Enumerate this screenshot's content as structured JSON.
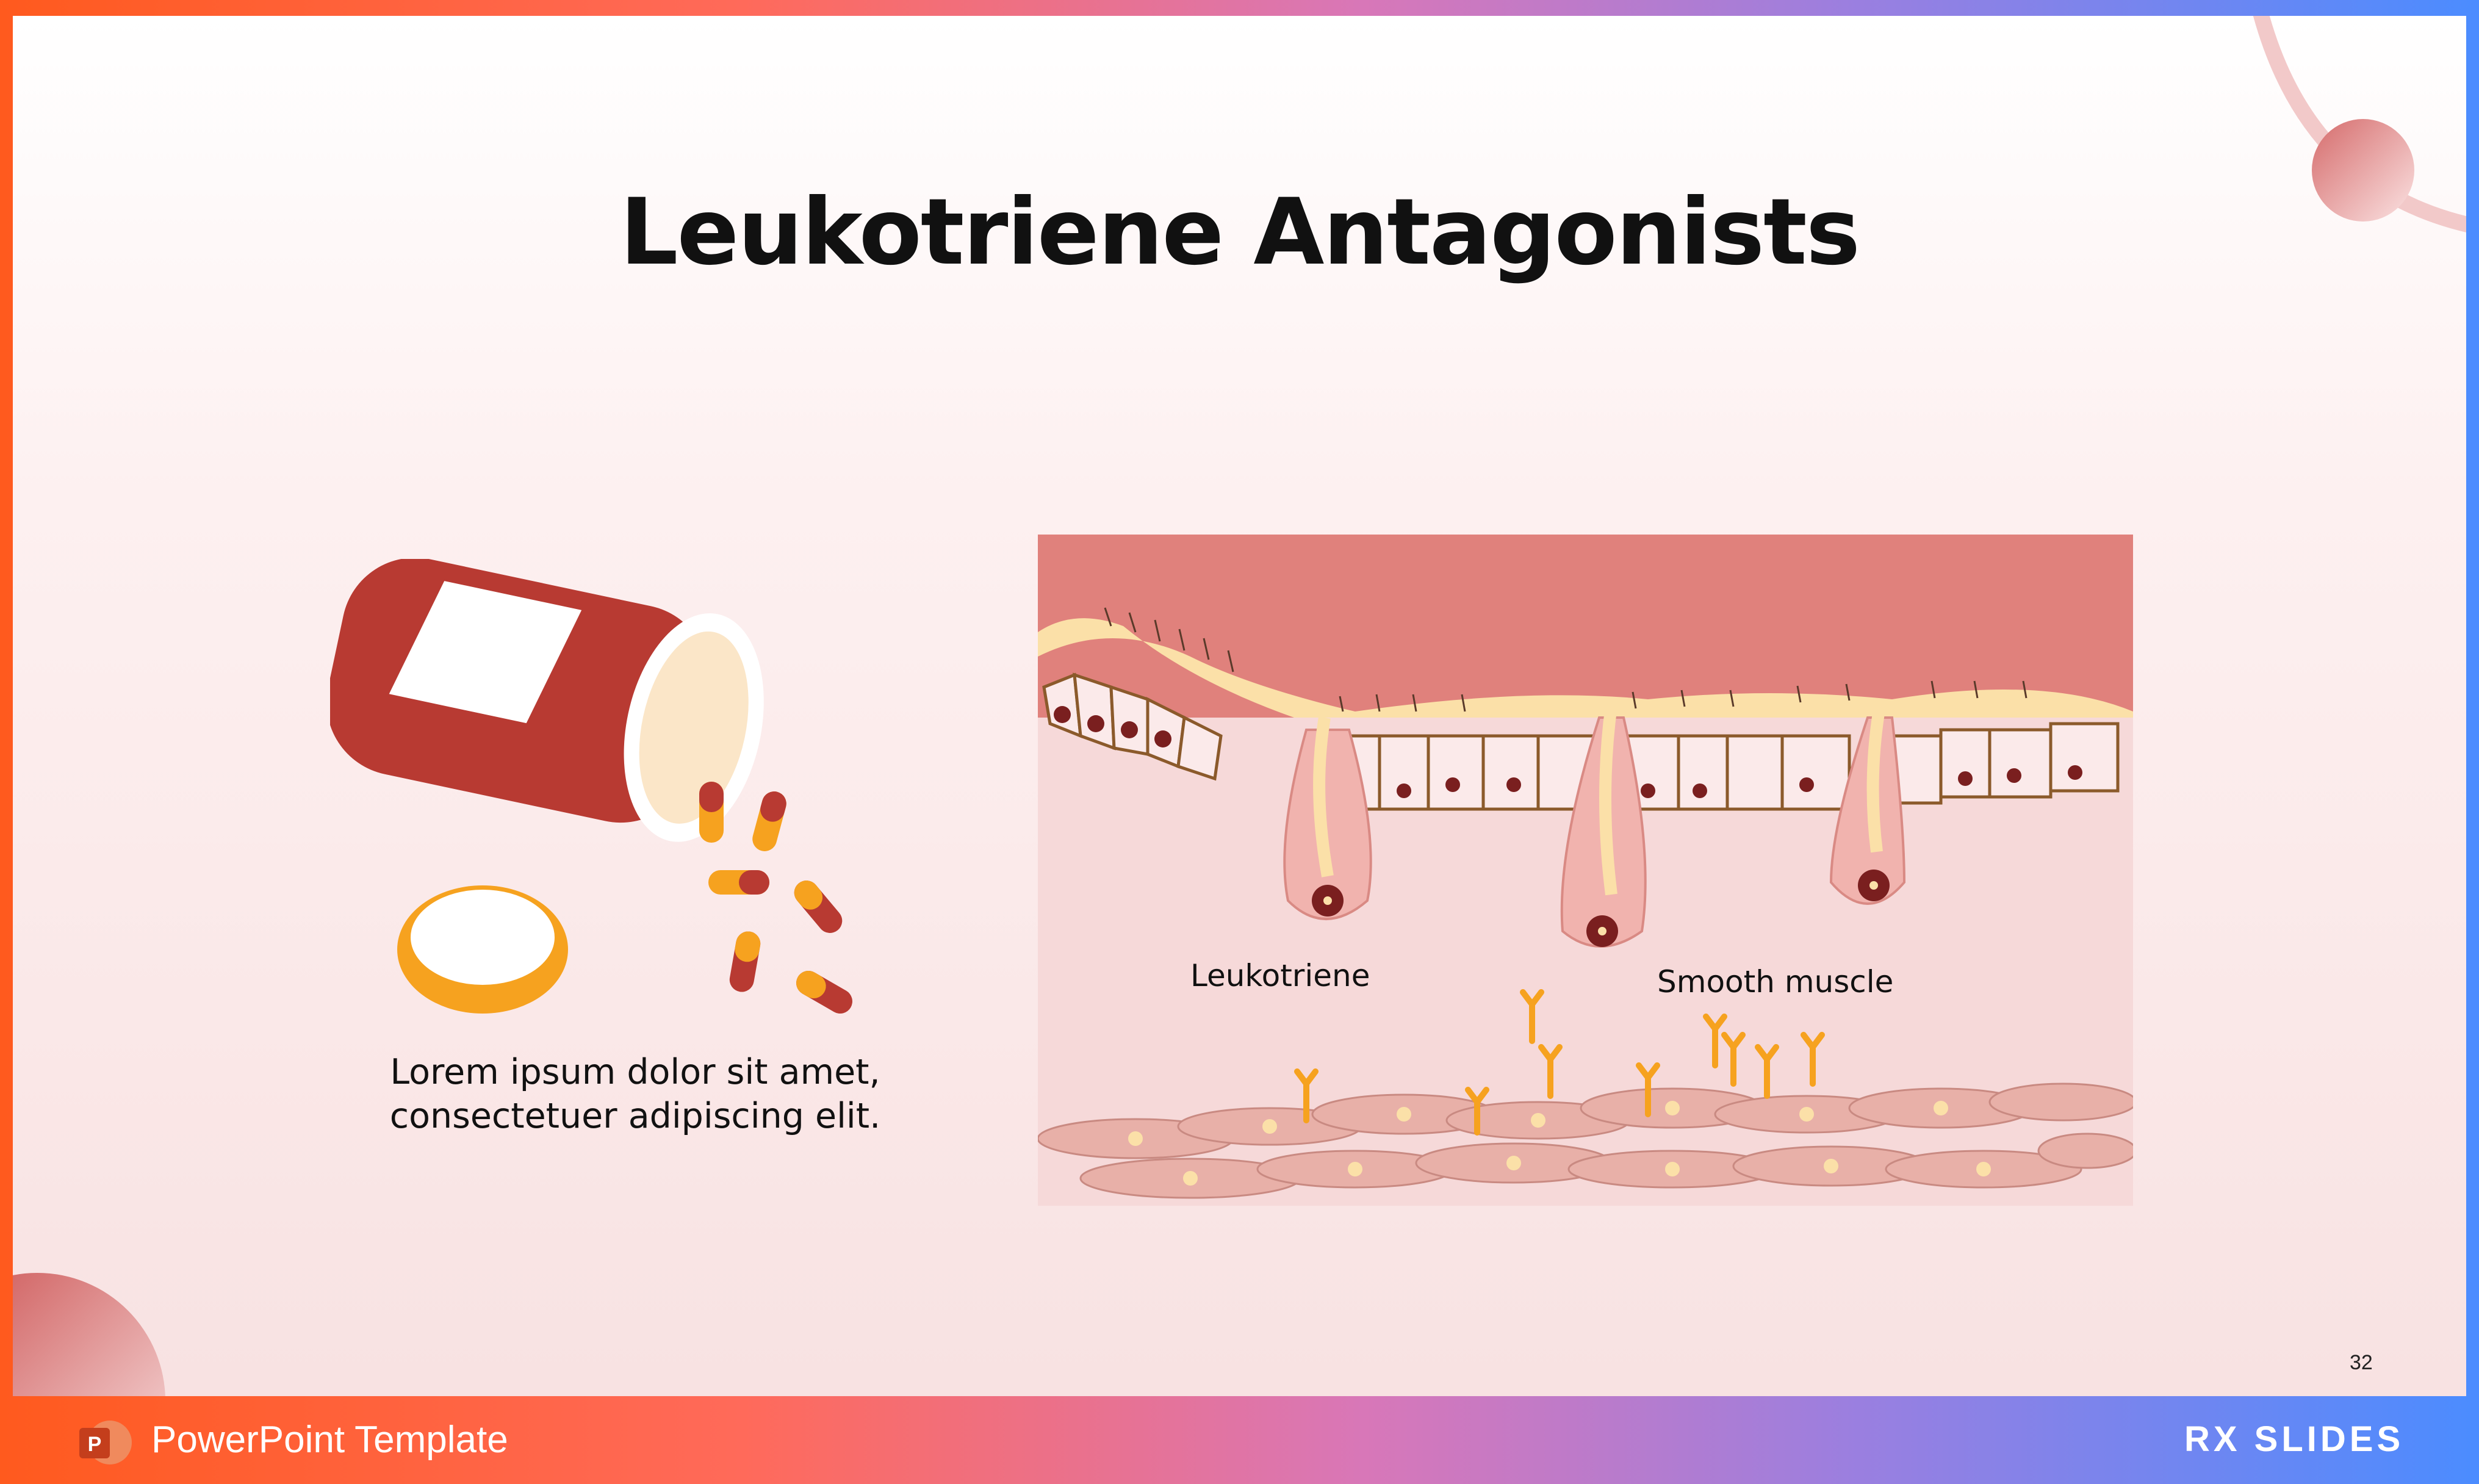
{
  "slide": {
    "title": "Leukotriene Antagonists",
    "caption_line1": "Lorem ipsum dolor sit amet,",
    "caption_line2": "consectetuer adipiscing elit.",
    "slide_number": "32"
  },
  "diagram": {
    "label_left": "Leukotriene",
    "label_right": "Smooth muscle"
  },
  "footer": {
    "app_label": "PowerPoint Template",
    "app_icon_letter": "P",
    "brand": "RX SLIDES"
  },
  "colors": {
    "accent_orange": "#ff5a1e",
    "accent_blue": "#4b8cff",
    "bottle_red": "#b83a32",
    "capsule_orange": "#f6a21f",
    "tissue_pink": "#e0817c",
    "mucus_cream": "#fbe0a8"
  }
}
